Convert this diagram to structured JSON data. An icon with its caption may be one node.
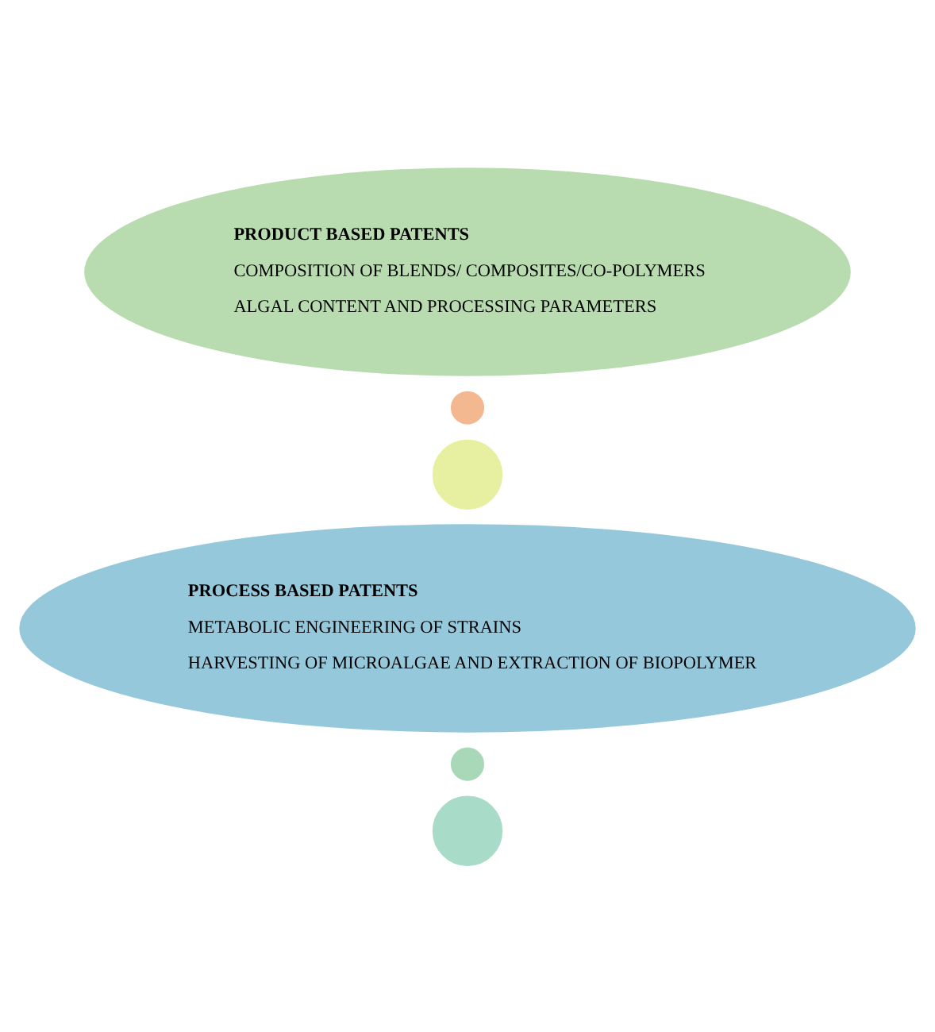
{
  "diagram": {
    "nodes": [
      {
        "text": [],
        "shape": "circle"
      },
      {
        "text": [],
        "shape": "circle"
      },
      {
        "text": [
          "PROCESS BASED PATENTS",
          "METABOLIC ENGINEERING OF STRAINS",
          "HARVESTING OF MICROALGAE AND EXTRACTION OF BIOPOLYMER"
        ]
      },
      {
        "text": [],
        "shape": "circle"
      },
      {
        "text": [],
        "shape": "circle"
      },
      {
        "text": [
          "PRODUCT BASED PATENTS",
          "COMPOSITION OF BLENDS/ COMPOSITES/CO-POLYMERS",
          "ALGAL CONTENT AND PROCESSING PARAMETERS"
        ]
      }
    ],
    "edges": []
  }
}
